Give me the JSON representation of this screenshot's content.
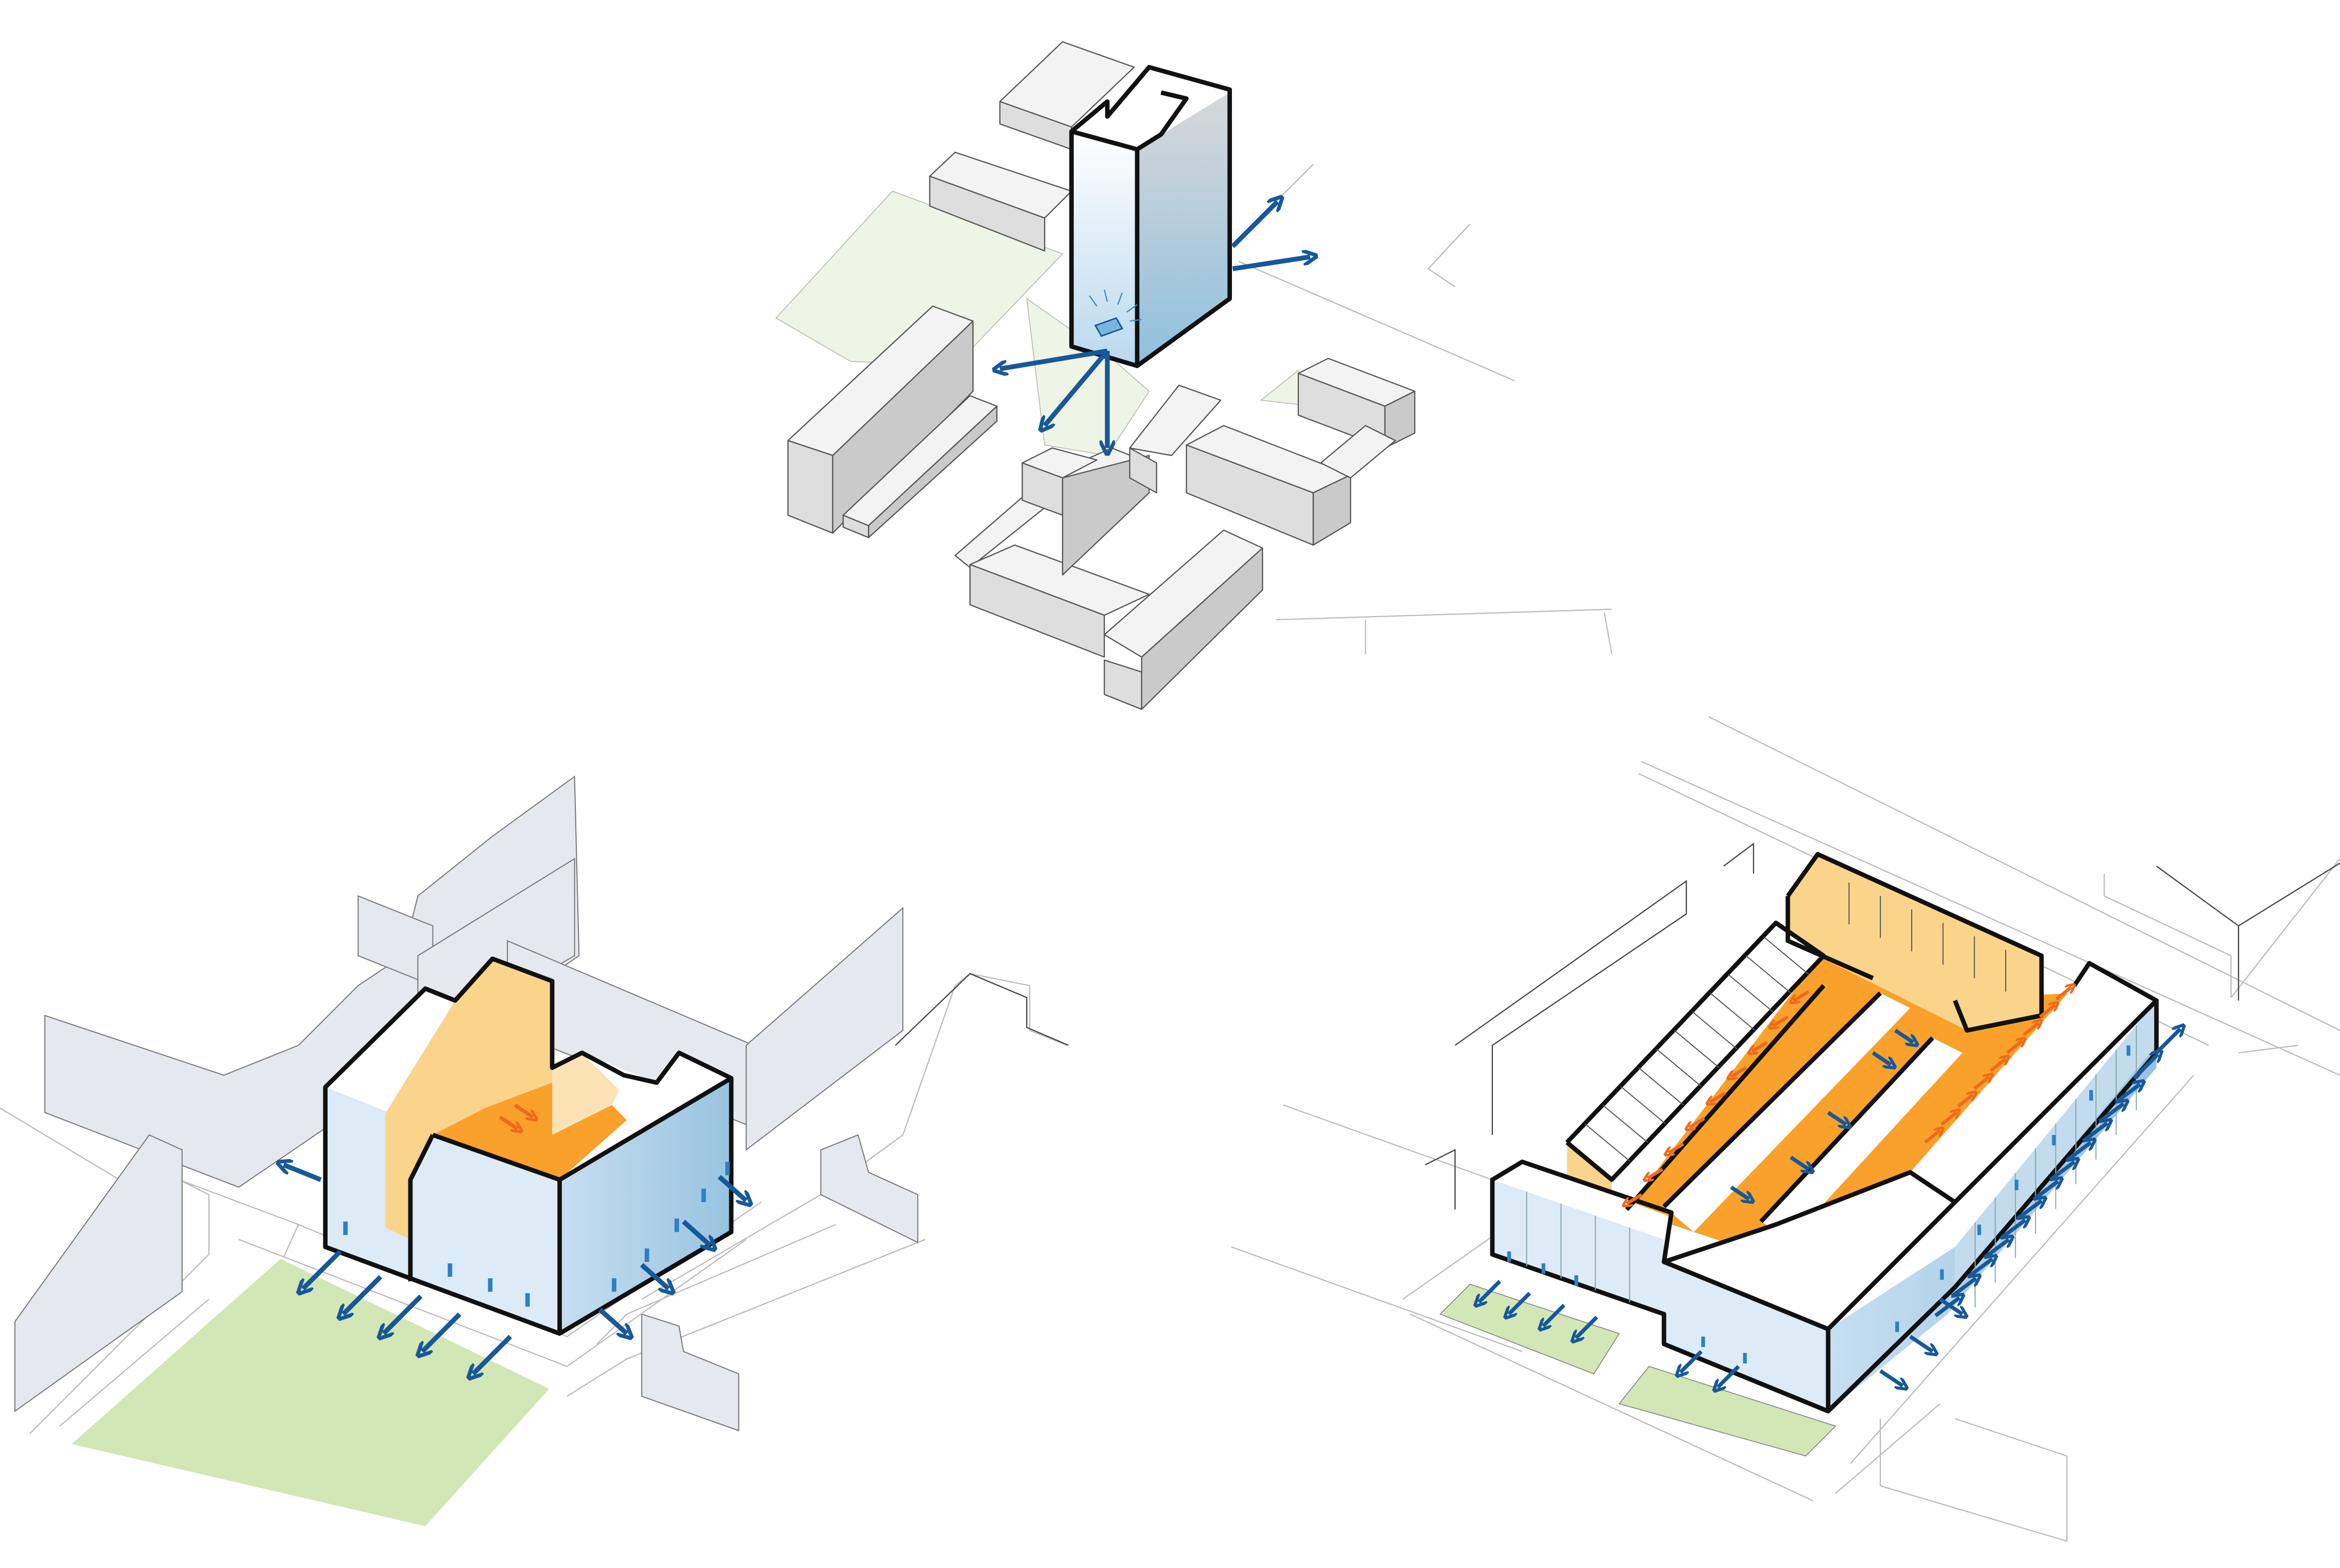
{
  "diagrams": [
    {
      "id": "tower",
      "icon": "tower-building-icon"
    },
    {
      "id": "perimeter-block",
      "icon": "courtyard-building-icon"
    },
    {
      "id": "rowhouse-block",
      "icon": "rowhouse-building-icon"
    }
  ],
  "colors": {
    "arrow": "#17589a",
    "courtyard_orange": "#f9a12a",
    "courtyard_light": "#fbd48c",
    "facade_light_blue": "#dcebf5",
    "facade_blue": "#a8cce3",
    "park_green": "#d3e6b5",
    "pale_green": "#eef5e6",
    "context_gray": "#e6e8ef"
  }
}
